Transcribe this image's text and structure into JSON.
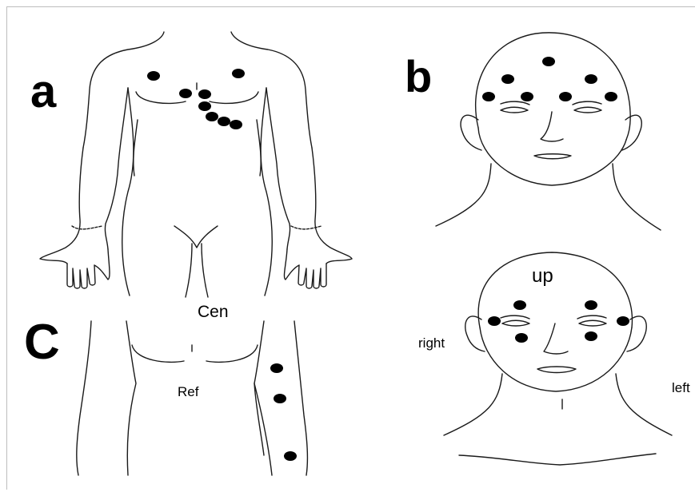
{
  "panels": {
    "a": {
      "letter": "a",
      "label": "Cen"
    },
    "b": {
      "letter": "b"
    },
    "c": {
      "letter": "C",
      "label": "Ref"
    }
  },
  "face_directions": {
    "top": "up",
    "side_a": "right",
    "side_b": "left"
  },
  "colors": {
    "electrode": "#000000",
    "outline": "#1a1a1a",
    "background": "#ffffff"
  }
}
